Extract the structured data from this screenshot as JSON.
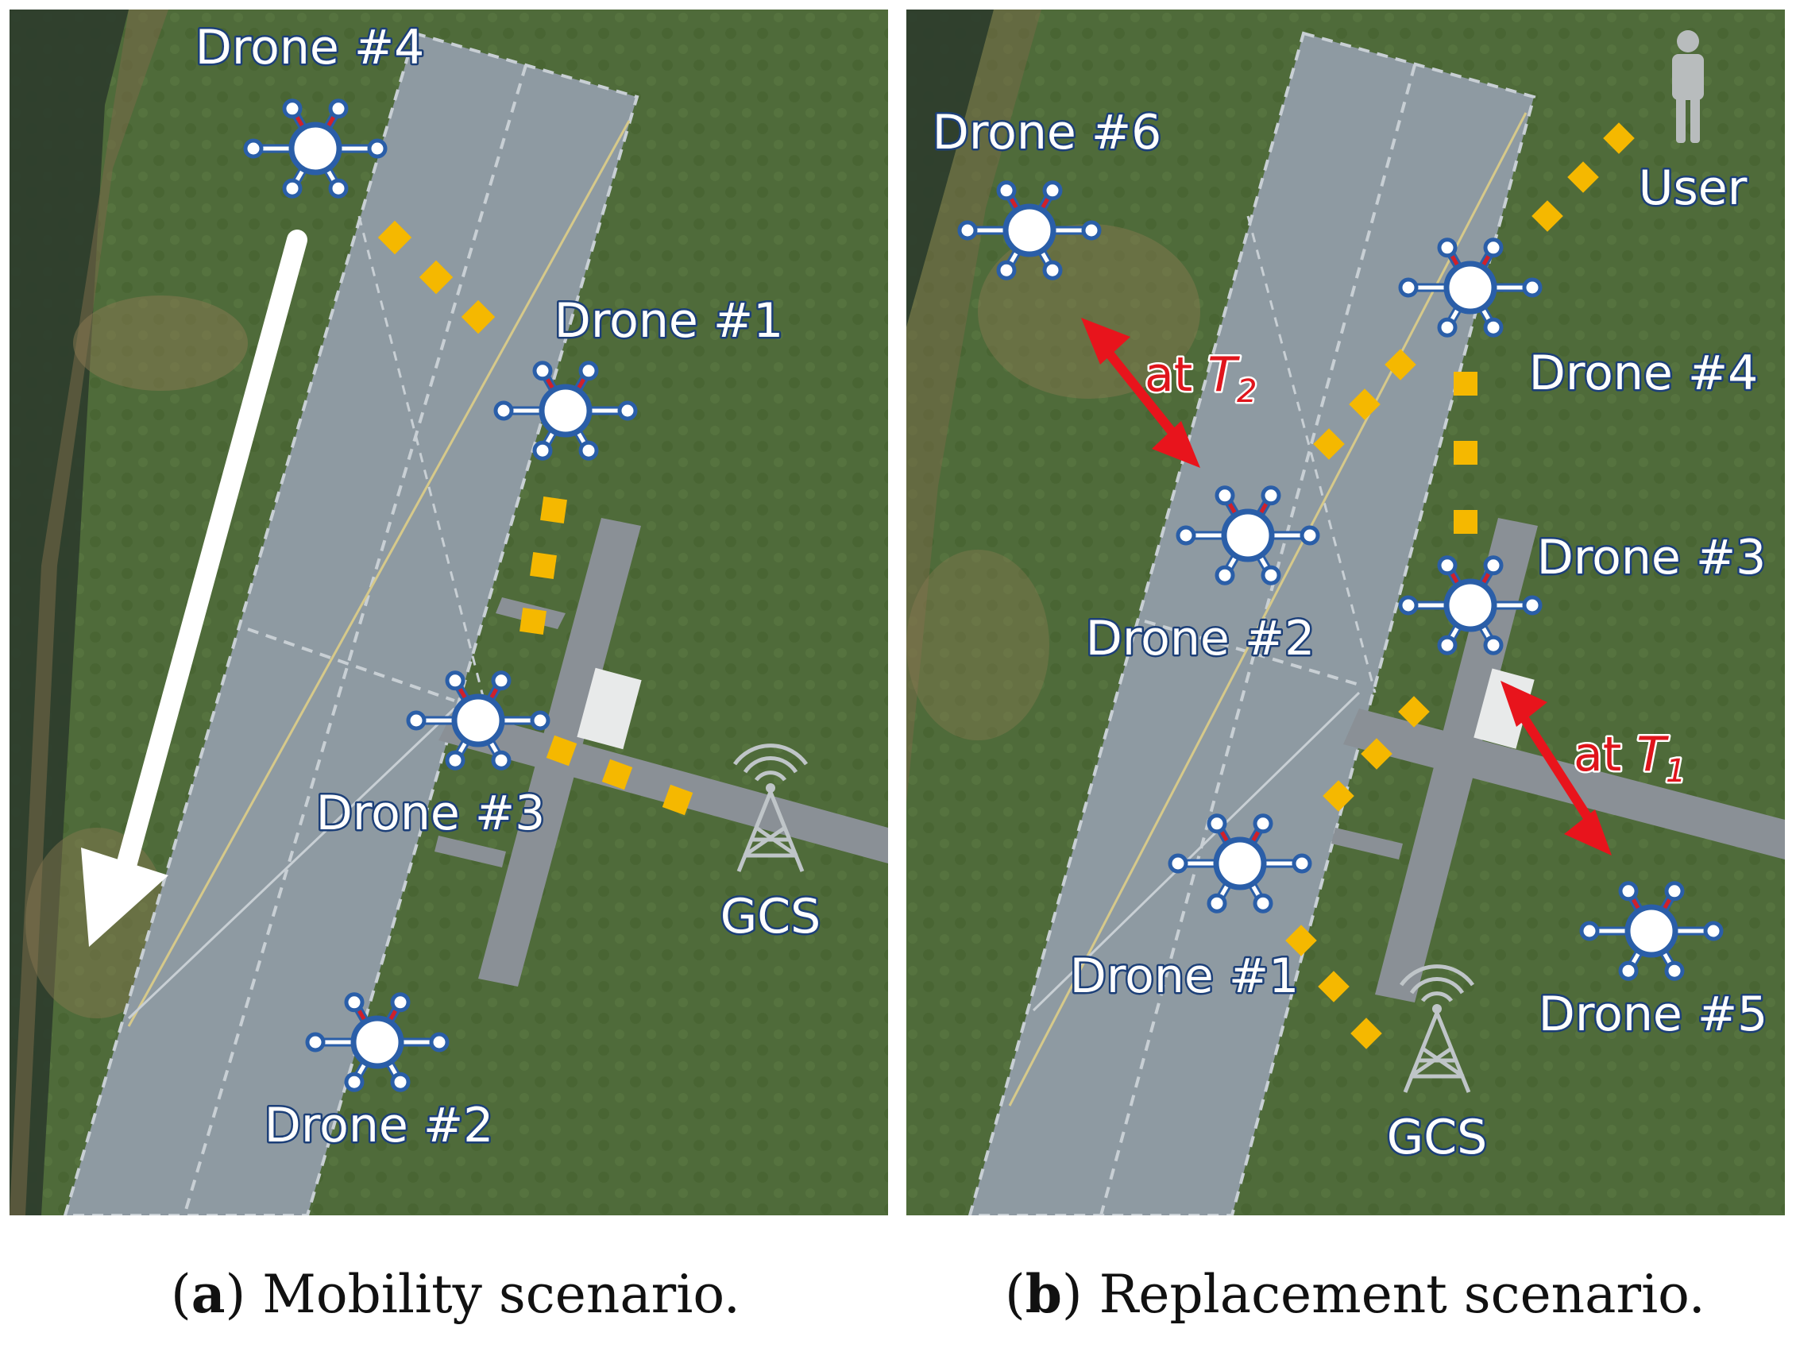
{
  "panels": {
    "a": {
      "labels": {
        "drone4": "Drone #4",
        "drone1": "Drone #1",
        "drone3": "Drone #3",
        "drone2": "Drone #2",
        "gcs": "GCS"
      },
      "caption": {
        "letter": "a",
        "text": " Mobility scenario."
      }
    },
    "b": {
      "labels": {
        "drone6": "Drone #6",
        "drone4": "Drone #4",
        "drone2": "Drone #2",
        "drone3": "Drone #3",
        "drone1": "Drone #1",
        "drone5": "Drone #5",
        "gcs": "GCS",
        "user": "User"
      },
      "timing": {
        "t2": {
          "prefix": "at ",
          "symbol": "T",
          "subscript": "2"
        },
        "t1": {
          "prefix": "at ",
          "symbol": "T",
          "subscript": "1"
        }
      },
      "caption": {
        "letter": "b",
        "text": " Replacement scenario."
      }
    }
  },
  "colors": {
    "link": "#f5b800",
    "drone_outline": "#2a5ea8",
    "drone_red_arm": "#d0202a",
    "timing_arrow": "#e8141c",
    "movement_arrow": "#ffffff",
    "grass": "#4f6b3a",
    "runway": "#8e9aa2"
  },
  "icons": [
    "drone-icon",
    "antenna-tower-icon",
    "person-icon",
    "double-arrow-icon",
    "movement-arrow-icon"
  ]
}
